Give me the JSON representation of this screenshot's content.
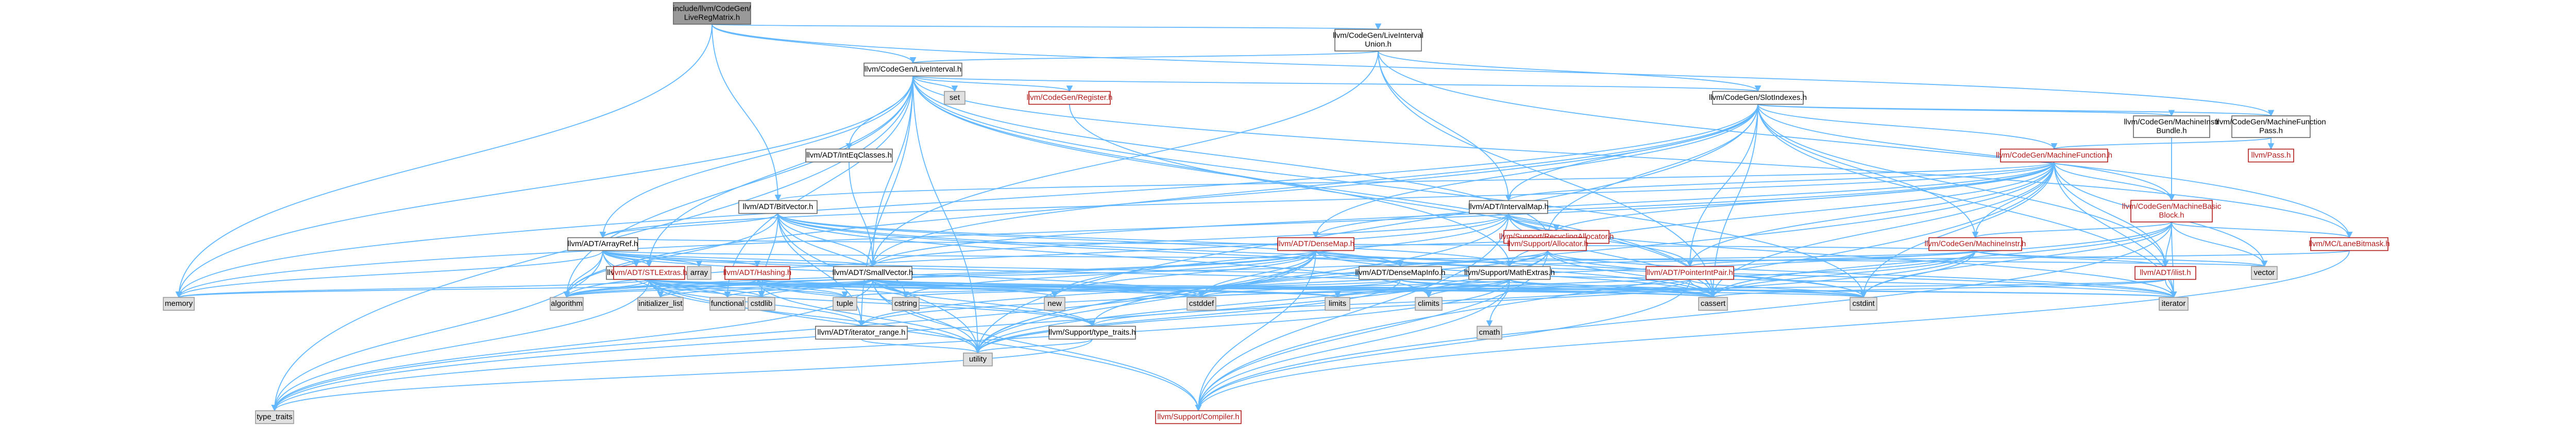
{
  "colors": {
    "edge": "#63b8ff",
    "root_fill": "#999999",
    "system_fill": "#e0e0e0",
    "missing_text": "#b01a1a"
  },
  "nodes": {
    "root": [
      "include/llvm/CodeGen/",
      "LiveRegMatrix.h"
    ],
    "lis_union": [
      "llvm/CodeGen/LiveInterval",
      "Union.h"
    ],
    "live_interval": [
      "llvm/CodeGen/LiveInterval.h"
    ],
    "set": [
      "set"
    ],
    "slot_indexes": [
      "llvm/CodeGen/SlotIndexes.h"
    ],
    "register": [
      "llvm/CodeGen/Register.h"
    ],
    "mi_bundle": [
      "llvm/CodeGen/MachineInstr",
      "Bundle.h"
    ],
    "mf_pass": [
      "llvm/CodeGen/MachineFunction",
      "Pass.h"
    ],
    "pass": [
      "llvm/Pass.h"
    ],
    "int_eq": [
      "llvm/ADT/IntEqClasses.h"
    ],
    "mf": [
      "llvm/CodeGen/MachineFunction.h"
    ],
    "bitvector": [
      "llvm/ADT/BitVector.h"
    ],
    "interval_map": [
      "llvm/ADT/IntervalMap.h"
    ],
    "mbb": [
      "llvm/CodeGen/MachineBasic",
      "Block.h"
    ],
    "recycling_alloc": [
      "llvm/Support/RecyclingAllocator.h"
    ],
    "densemap": [
      "llvm/ADT/DenseMap.h"
    ],
    "allocator": [
      "llvm/Support/Allocator.h"
    ],
    "machine_instr": [
      "llvm/CodeGen/MachineInstr.h"
    ],
    "lane_bitmask": [
      "llvm/MC/LaneBitmask.h"
    ],
    "arrayref": [
      "llvm/ADT/ArrayRef.h"
    ],
    "array": [
      "array"
    ],
    "none": [
      "llvm/ADT/None.h"
    ],
    "stlextras": [
      "llvm/ADT/STLExtras.h"
    ],
    "hashing": [
      "llvm/ADT/Hashing.h"
    ],
    "smallvector": [
      "llvm/ADT/SmallVector.h"
    ],
    "densemapinfo": [
      "llvm/ADT/DenseMapInfo.h"
    ],
    "mathextras": [
      "llvm/Support/MathExtras.h"
    ],
    "pointerintpair": [
      "llvm/ADT/PointerIntPair.h"
    ],
    "ilist": [
      "llvm/ADT/ilist.h"
    ],
    "vector": [
      "vector"
    ],
    "memory": [
      "memory"
    ],
    "algorithm": [
      "algorithm"
    ],
    "initializer_list": [
      "initializer_list"
    ],
    "functional": [
      "functional"
    ],
    "cstdlib": [
      "cstdlib"
    ],
    "tuple": [
      "tuple"
    ],
    "cstring": [
      "cstring"
    ],
    "new": [
      "new"
    ],
    "iterator_range": [
      "llvm/ADT/iterator_range.h"
    ],
    "type_traits_h": [
      "llvm/Support/type_traits.h"
    ],
    "cstddef": [
      "cstddef"
    ],
    "limits": [
      "limits"
    ],
    "climits": [
      "climits"
    ],
    "cmath": [
      "cmath"
    ],
    "cassert": [
      "cassert"
    ],
    "cstdint": [
      "cstdint"
    ],
    "iterator": [
      "iterator"
    ],
    "type_traits": [
      "type_traits"
    ],
    "utility": [
      "utility"
    ],
    "compiler": [
      "llvm/Support/Compiler.h"
    ]
  }
}
